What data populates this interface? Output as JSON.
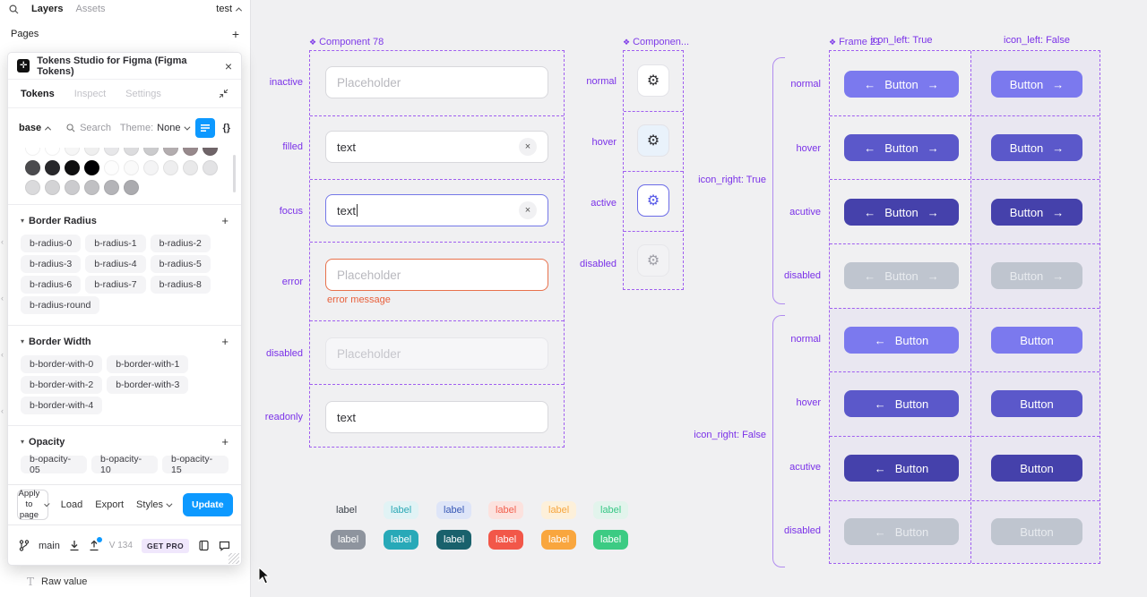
{
  "icons": {
    "arrow_left": "←",
    "arrow_right": "→",
    "gear": "⚙",
    "component_diamond": "❖",
    "plus": "+",
    "braces": "{}",
    "close": "×",
    "section_caret": "▾"
  },
  "left_panel": {
    "layers": "Layers",
    "assets": "Assets",
    "file_name": "test",
    "pages": "Pages",
    "raw_value": "Raw value",
    "raw_value_icon": "T"
  },
  "plugin": {
    "title": "Tokens Studio for Figma (Figma Tokens)",
    "tabs": {
      "tokens": "Tokens",
      "inspect": "Inspect",
      "settings": "Settings"
    },
    "token_set": "base",
    "search_placeholder": "Search",
    "theme_label": "Theme:",
    "theme_value": "None",
    "swatches": {
      "row1": [
        "#ffffff",
        "#ffffff",
        "#f6f6f6",
        "#efefef",
        "#e7e7e9",
        "#dcdcde",
        "#cbcbcd",
        "#b3adaf",
        "#97898c",
        "#6f6468"
      ],
      "row2": [
        "#4b4b4e",
        "#28282b",
        "#0f0f10",
        "#000003",
        "#fdfdfd",
        "#fafafa",
        "#f4f4f5",
        "#eeeeef",
        "#e9e9ea",
        "#e3e3e5"
      ],
      "row3": [
        "#dadadc",
        "#d3d3d5",
        "#cbcbce",
        "#c0c0c3",
        "#b4b4b8",
        "#ababaf"
      ]
    },
    "sections": [
      {
        "title": "Border Radius",
        "chips": [
          "b-radius-0",
          "b-radius-1",
          "b-radius-2",
          "b-radius-3",
          "b-radius-4",
          "b-radius-5",
          "b-radius-6",
          "b-radius-7",
          "b-radius-8",
          "b-radius-round"
        ]
      },
      {
        "title": "Border Width",
        "chips": [
          "b-border-with-0",
          "b-border-with-1",
          "b-border-with-2",
          "b-border-with-3",
          "b-border-with-4"
        ]
      },
      {
        "title": "Opacity",
        "chips": [
          "b-opacity-05",
          "b-opacity-10",
          "b-opacity-15"
        ]
      }
    ],
    "actions": {
      "apply_line1": "Apply to",
      "apply_line2": "page",
      "load": "Load",
      "export": "Export",
      "styles": "Styles",
      "update": "Update"
    },
    "status": {
      "branch": "main",
      "version": "V 134",
      "pro_badge": "GET PRO"
    }
  },
  "canvas": {
    "component78": {
      "title": "Component 78",
      "rows": [
        {
          "label": "inactive",
          "value": "Placeholder"
        },
        {
          "label": "filled",
          "value": "text"
        },
        {
          "label": "focus",
          "value": "text"
        },
        {
          "label": "error",
          "value": "Placeholder",
          "message": "error message"
        },
        {
          "label": "disabled",
          "value": "Placeholder"
        },
        {
          "label": "readonly",
          "value": "text"
        }
      ]
    },
    "icon_button_component": {
      "title": "Componen...",
      "rows": [
        {
          "label": "normal"
        },
        {
          "label": "hover"
        },
        {
          "label": "active"
        },
        {
          "label": "disabled"
        }
      ]
    },
    "frame21": {
      "title": "Frame 21",
      "column_headers": [
        "icon_left: True",
        "icon_left: False"
      ],
      "group_labels": [
        "icon_right: True",
        "icon_right: False"
      ],
      "row_labels_group1": [
        "normal",
        "hover",
        "acutive",
        "disabled"
      ],
      "row_labels_group2": [
        "normal",
        "hover",
        "acutive",
        "disabled"
      ],
      "button_label": "Button"
    },
    "label_chips": {
      "text": "label"
    },
    "colors": {
      "button_normal": "#7B79EE",
      "button_hover": "#5B58CA",
      "button_acutive": "#4541AB",
      "button_disabled": "#BFC5CF",
      "error_accent": "#E8603C",
      "focus_border": "#7478E8",
      "dash_purple": "#A05FF0",
      "label_purple": "#7A31E8",
      "figma_blue": "#0D99FF"
    }
  }
}
